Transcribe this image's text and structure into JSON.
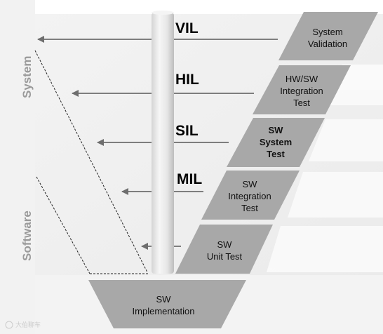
{
  "side_labels": {
    "system": "System",
    "software": "Software"
  },
  "levels": [
    "VIL",
    "HIL",
    "SIL",
    "MIL"
  ],
  "test_boxes": [
    {
      "lines": [
        "System",
        "Validation"
      ],
      "bold": false
    },
    {
      "lines": [
        "HW/SW",
        "Integration",
        "Test"
      ],
      "bold": false
    },
    {
      "lines": [
        "SW",
        "System",
        "Test"
      ],
      "bold": true
    },
    {
      "lines": [
        "SW",
        "Integration",
        "Test"
      ],
      "bold": false
    },
    {
      "lines": [
        "SW",
        "Unit Test"
      ],
      "bold": false
    }
  ],
  "implementation": {
    "lines": [
      "SW",
      "Implementation"
    ]
  },
  "watermark": "大伯聊车",
  "colors": {
    "box_fill": "#a8a8a8",
    "arrow": "#6e6e6e",
    "pillar": "#e8e8e8",
    "side_text": "#9a9a9a"
  }
}
